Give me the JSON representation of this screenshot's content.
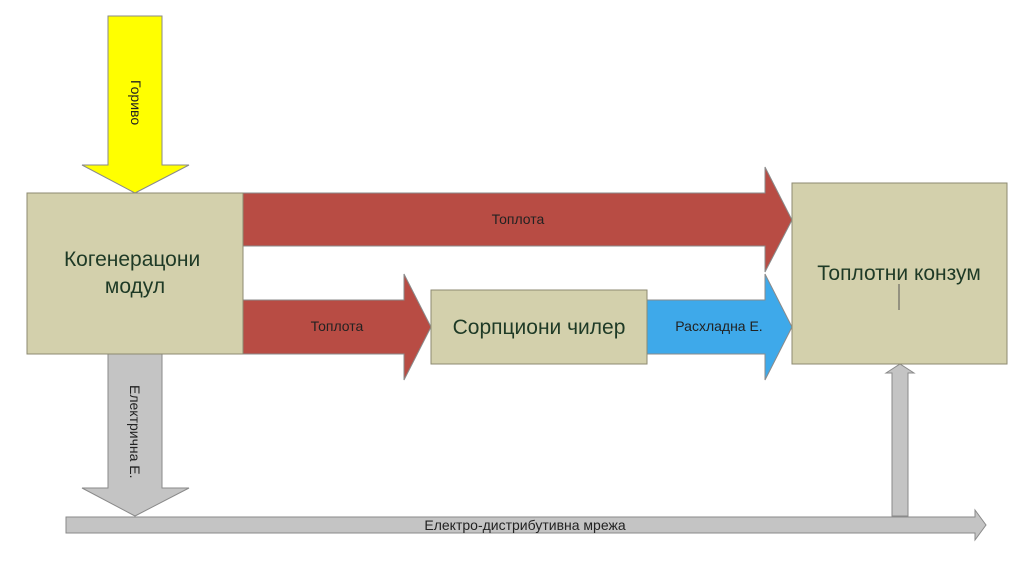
{
  "colors": {
    "box_fill": "#d3d0ac",
    "box_stroke": "#8c8a70",
    "fuel_arrow": "#ffff00",
    "heat_arrow": "#b84c44",
    "cooling_arrow": "#3ea9ea",
    "electric_arrow": "#c4c4c4",
    "arrow_stroke": "#8a8a8a"
  },
  "nodes": {
    "cogeneration_line1": "Когенерацони",
    "cogeneration_line2": "модул",
    "chiller": "Сорпциони чилер",
    "consumer": "Топлотни конзум"
  },
  "flows": {
    "fuel": "Гориво",
    "heat_top": "Топлота",
    "heat_lower": "Топлота",
    "cooling": "Расхладна Е.",
    "electric": "Електрична Е.",
    "grid": "Електро-дистрибутивна мрежа"
  }
}
